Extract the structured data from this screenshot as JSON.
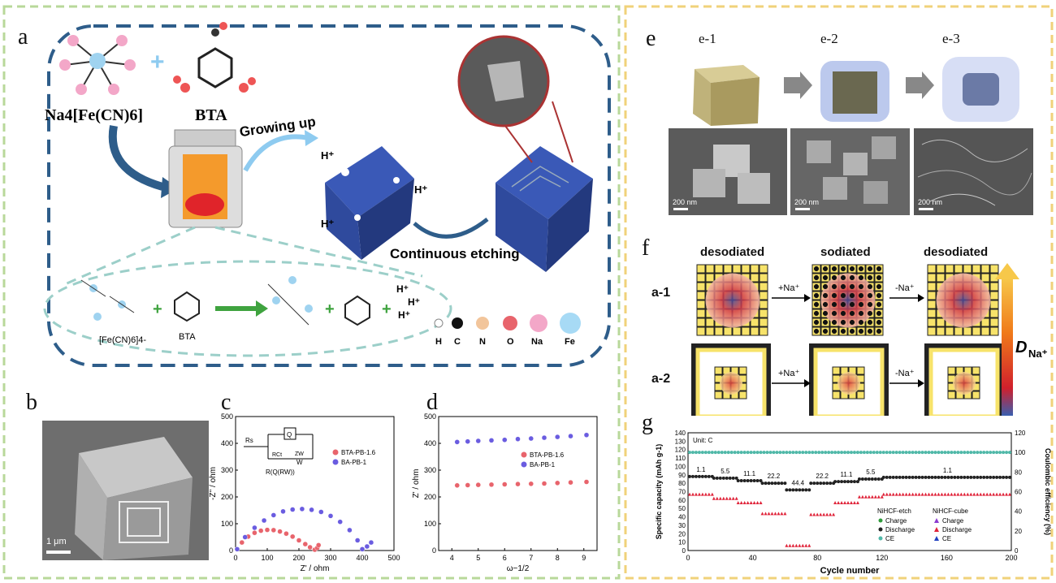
{
  "labels": {
    "a": "a",
    "b": "b",
    "c": "c",
    "d": "d",
    "e": "e",
    "f": "f",
    "g": "g"
  },
  "panel_a": {
    "precursor1": "Na4[Fe(CN)6]",
    "precursor1_sub": "4",
    "precursor2": "BTA",
    "growing": "Growing up",
    "etching": "Continuous etching",
    "h_plus": "H⁺",
    "fecn_label": "[Fe(CN)6]4-",
    "bta_small": "BTA",
    "legend": [
      "H",
      "C",
      "N",
      "O",
      "Na",
      "Fe"
    ]
  },
  "panel_b": {
    "scale": "1 μm"
  },
  "panel_c": {
    "xlabel": "Z' / ohm",
    "ylabel": "-Z'' / ohm",
    "circuit": {
      "rs": "Rs",
      "q": "Q",
      "rct": "RCt",
      "zw": "ZW",
      "w": "W",
      "formula": "R(Q(RW))"
    }
  },
  "panel_d": {
    "xlabel": "ω−1/2",
    "ylabel": "Z' / ohm"
  },
  "panel_e": {
    "titles": [
      "e-1",
      "e-2",
      "e-3"
    ],
    "scales": [
      "200 nm",
      "200 nm",
      "200 nm"
    ]
  },
  "panel_f": {
    "states": [
      "desodiated",
      "sodiated",
      "desodiated"
    ],
    "rows": [
      "a-1",
      "a-2"
    ],
    "arrow1": "+Na⁺",
    "arrow2": "-Na⁺",
    "axis": "D",
    "axis_sub": "Na⁺"
  },
  "panel_g": {
    "unit": "Unit: C",
    "etch_title": "NiHCF-etch",
    "cube_title": "NiHCF-cube",
    "etch_items": [
      "Charge",
      "Discharge",
      "CE"
    ],
    "cube_items": [
      "Charge",
      "Discharge",
      "CE"
    ],
    "rates": [
      "1.1",
      "5.5",
      "11.1",
      "22.2",
      "44.4",
      "22.2",
      "11.1",
      "5.5",
      "1.1"
    ]
  },
  "chart_data": [
    {
      "type": "scatter",
      "panel": "c",
      "xlabel": "Z' / ohm",
      "ylabel": "-Z'' / ohm",
      "xlim": [
        0,
        500
      ],
      "ylim": [
        0,
        500
      ],
      "xticks": [
        0,
        100,
        200,
        300,
        400,
        500
      ],
      "yticks": [
        0,
        100,
        200,
        300,
        400,
        500
      ],
      "series": [
        {
          "name": "BTA-PB-1.6",
          "color": "#e8646c",
          "x": [
            5,
            20,
            40,
            60,
            80,
            100,
            120,
            140,
            160,
            180,
            200,
            220,
            235,
            250,
            258,
            262
          ],
          "y": [
            5,
            30,
            52,
            66,
            74,
            77,
            76,
            71,
            63,
            52,
            38,
            24,
            12,
            3,
            10,
            20
          ]
        },
        {
          "name": "BA-PB-1",
          "color": "#6a5ce0",
          "x": [
            5,
            30,
            60,
            90,
            120,
            150,
            180,
            210,
            240,
            270,
            300,
            330,
            360,
            385,
            400,
            415,
            428
          ],
          "y": [
            5,
            50,
            85,
            112,
            132,
            146,
            153,
            155,
            152,
            144,
            129,
            107,
            76,
            38,
            5,
            15,
            30
          ]
        }
      ]
    },
    {
      "type": "scatter",
      "panel": "d",
      "xlabel": "ω−1/2",
      "ylabel": "Z' / ohm",
      "xlim": [
        3.5,
        9.5
      ],
      "ylim": [
        0,
        500
      ],
      "xticks": [
        4,
        5,
        6,
        7,
        8,
        9
      ],
      "yticks": [
        0,
        100,
        200,
        300,
        400,
        500
      ],
      "series": [
        {
          "name": "BTA-PB-1.6",
          "color": "#e8646c",
          "x": [
            4.2,
            4.6,
            5.0,
            5.5,
            6.0,
            6.5,
            7.0,
            7.5,
            8.0,
            8.5,
            9.1
          ],
          "y": [
            243,
            244,
            245,
            246,
            247,
            248,
            249,
            250,
            252,
            254,
            256
          ]
        },
        {
          "name": "BA-PB-1",
          "color": "#6a5ce0",
          "x": [
            4.2,
            4.6,
            5.0,
            5.5,
            6.0,
            6.5,
            7.0,
            7.5,
            8.0,
            8.5,
            9.1
          ],
          "y": [
            405,
            407,
            409,
            411,
            413,
            416,
            418,
            421,
            424,
            427,
            431
          ]
        }
      ]
    },
    {
      "type": "scatter",
      "panel": "g",
      "xlabel": "Cycle number",
      "ylabel": "Specific capacity (mAh g-1)",
      "y2label": "Coulombic efficiency (%)",
      "xlim": [
        0,
        200
      ],
      "ylim": [
        0,
        140
      ],
      "y2lim": [
        0,
        120
      ],
      "xticks": [
        0,
        40,
        80,
        120,
        160,
        200
      ],
      "yticks": [
        0,
        10,
        20,
        30,
        40,
        50,
        60,
        70,
        80,
        90,
        100,
        110,
        120,
        130,
        140
      ],
      "y2ticks": [
        0,
        20,
        40,
        60,
        80,
        100,
        120
      ],
      "segments": [
        {
          "from": 1,
          "to": 15,
          "charge": 88,
          "discharge": 67
        },
        {
          "from": 16,
          "to": 30,
          "charge": 86,
          "discharge": 62
        },
        {
          "from": 31,
          "to": 45,
          "charge": 83,
          "discharge": 57
        },
        {
          "from": 46,
          "to": 60,
          "charge": 80,
          "discharge": 44
        },
        {
          "from": 61,
          "to": 75,
          "charge": 72,
          "discharge": 6
        },
        {
          "from": 76,
          "to": 90,
          "charge": 80,
          "discharge": 43
        },
        {
          "from": 91,
          "to": 105,
          "charge": 82,
          "discharge": 57
        },
        {
          "from": 106,
          "to": 120,
          "charge": 85,
          "discharge": 64
        },
        {
          "from": 121,
          "to": 200,
          "charge": 87,
          "discharge": 67
        }
      ],
      "ce": 100
    }
  ]
}
